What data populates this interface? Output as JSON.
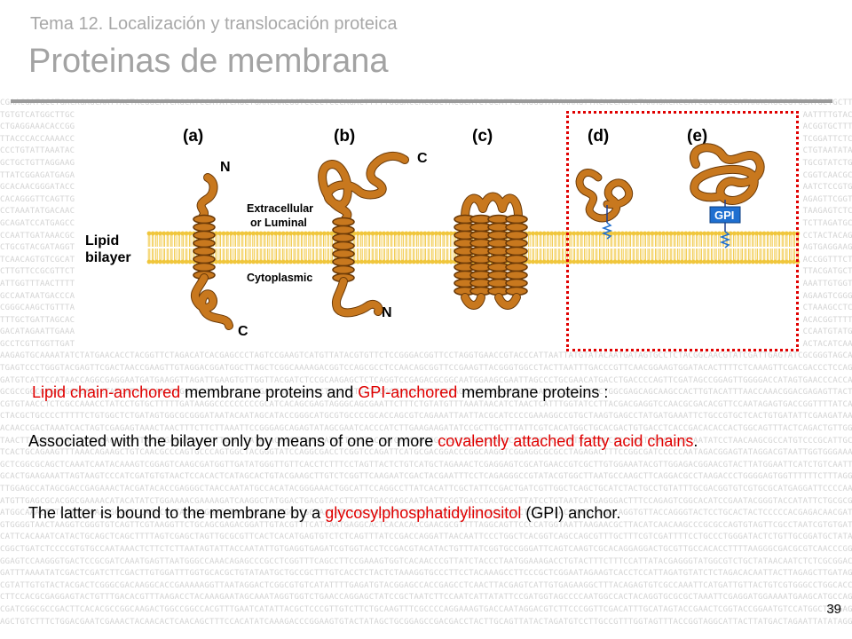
{
  "header": {
    "subtitle": "Tema 12. Localización y translocación proteica",
    "title": "Proteinas de membrana"
  },
  "figure": {
    "panel_labels": [
      "(a)",
      "(b)",
      "(c)",
      "(d)",
      "(e)"
    ],
    "lipid_label_line1": "Lipid",
    "lipid_label_line2": "bilayer",
    "extracellular_line1": "Extracellular",
    "extracellular_line2": "or Luminal",
    "cytoplasmic": "Cytoplasmic",
    "n_label_a": "N",
    "c_label_a": "C",
    "c_label_b": "C",
    "n_label_b": "N",
    "gpi_label": "GPI",
    "colors": {
      "protein": "#c8781e",
      "protein_outline": "#6b3a08",
      "lipid": "#f0c63c",
      "gpi": "#1f6fd0",
      "highlight": "#e00000"
    }
  },
  "body": {
    "line1": {
      "part1": "Lipid chain-anchored",
      "part2": " membrane proteins and ",
      "part3": "GPI-anchored",
      "part4": " membrane proteins :"
    },
    "line2": {
      "part1": "Associated with the bilayer only by means of one or more ",
      "part2": "covalently attached fatty acid chains",
      "part3": "."
    },
    "line3": {
      "part1": "The latter is bound to the membrane by a ",
      "part2": "glycosylphosphatidylinositol",
      "part3": "  (GPI) anchor."
    }
  },
  "page_number": "39"
}
